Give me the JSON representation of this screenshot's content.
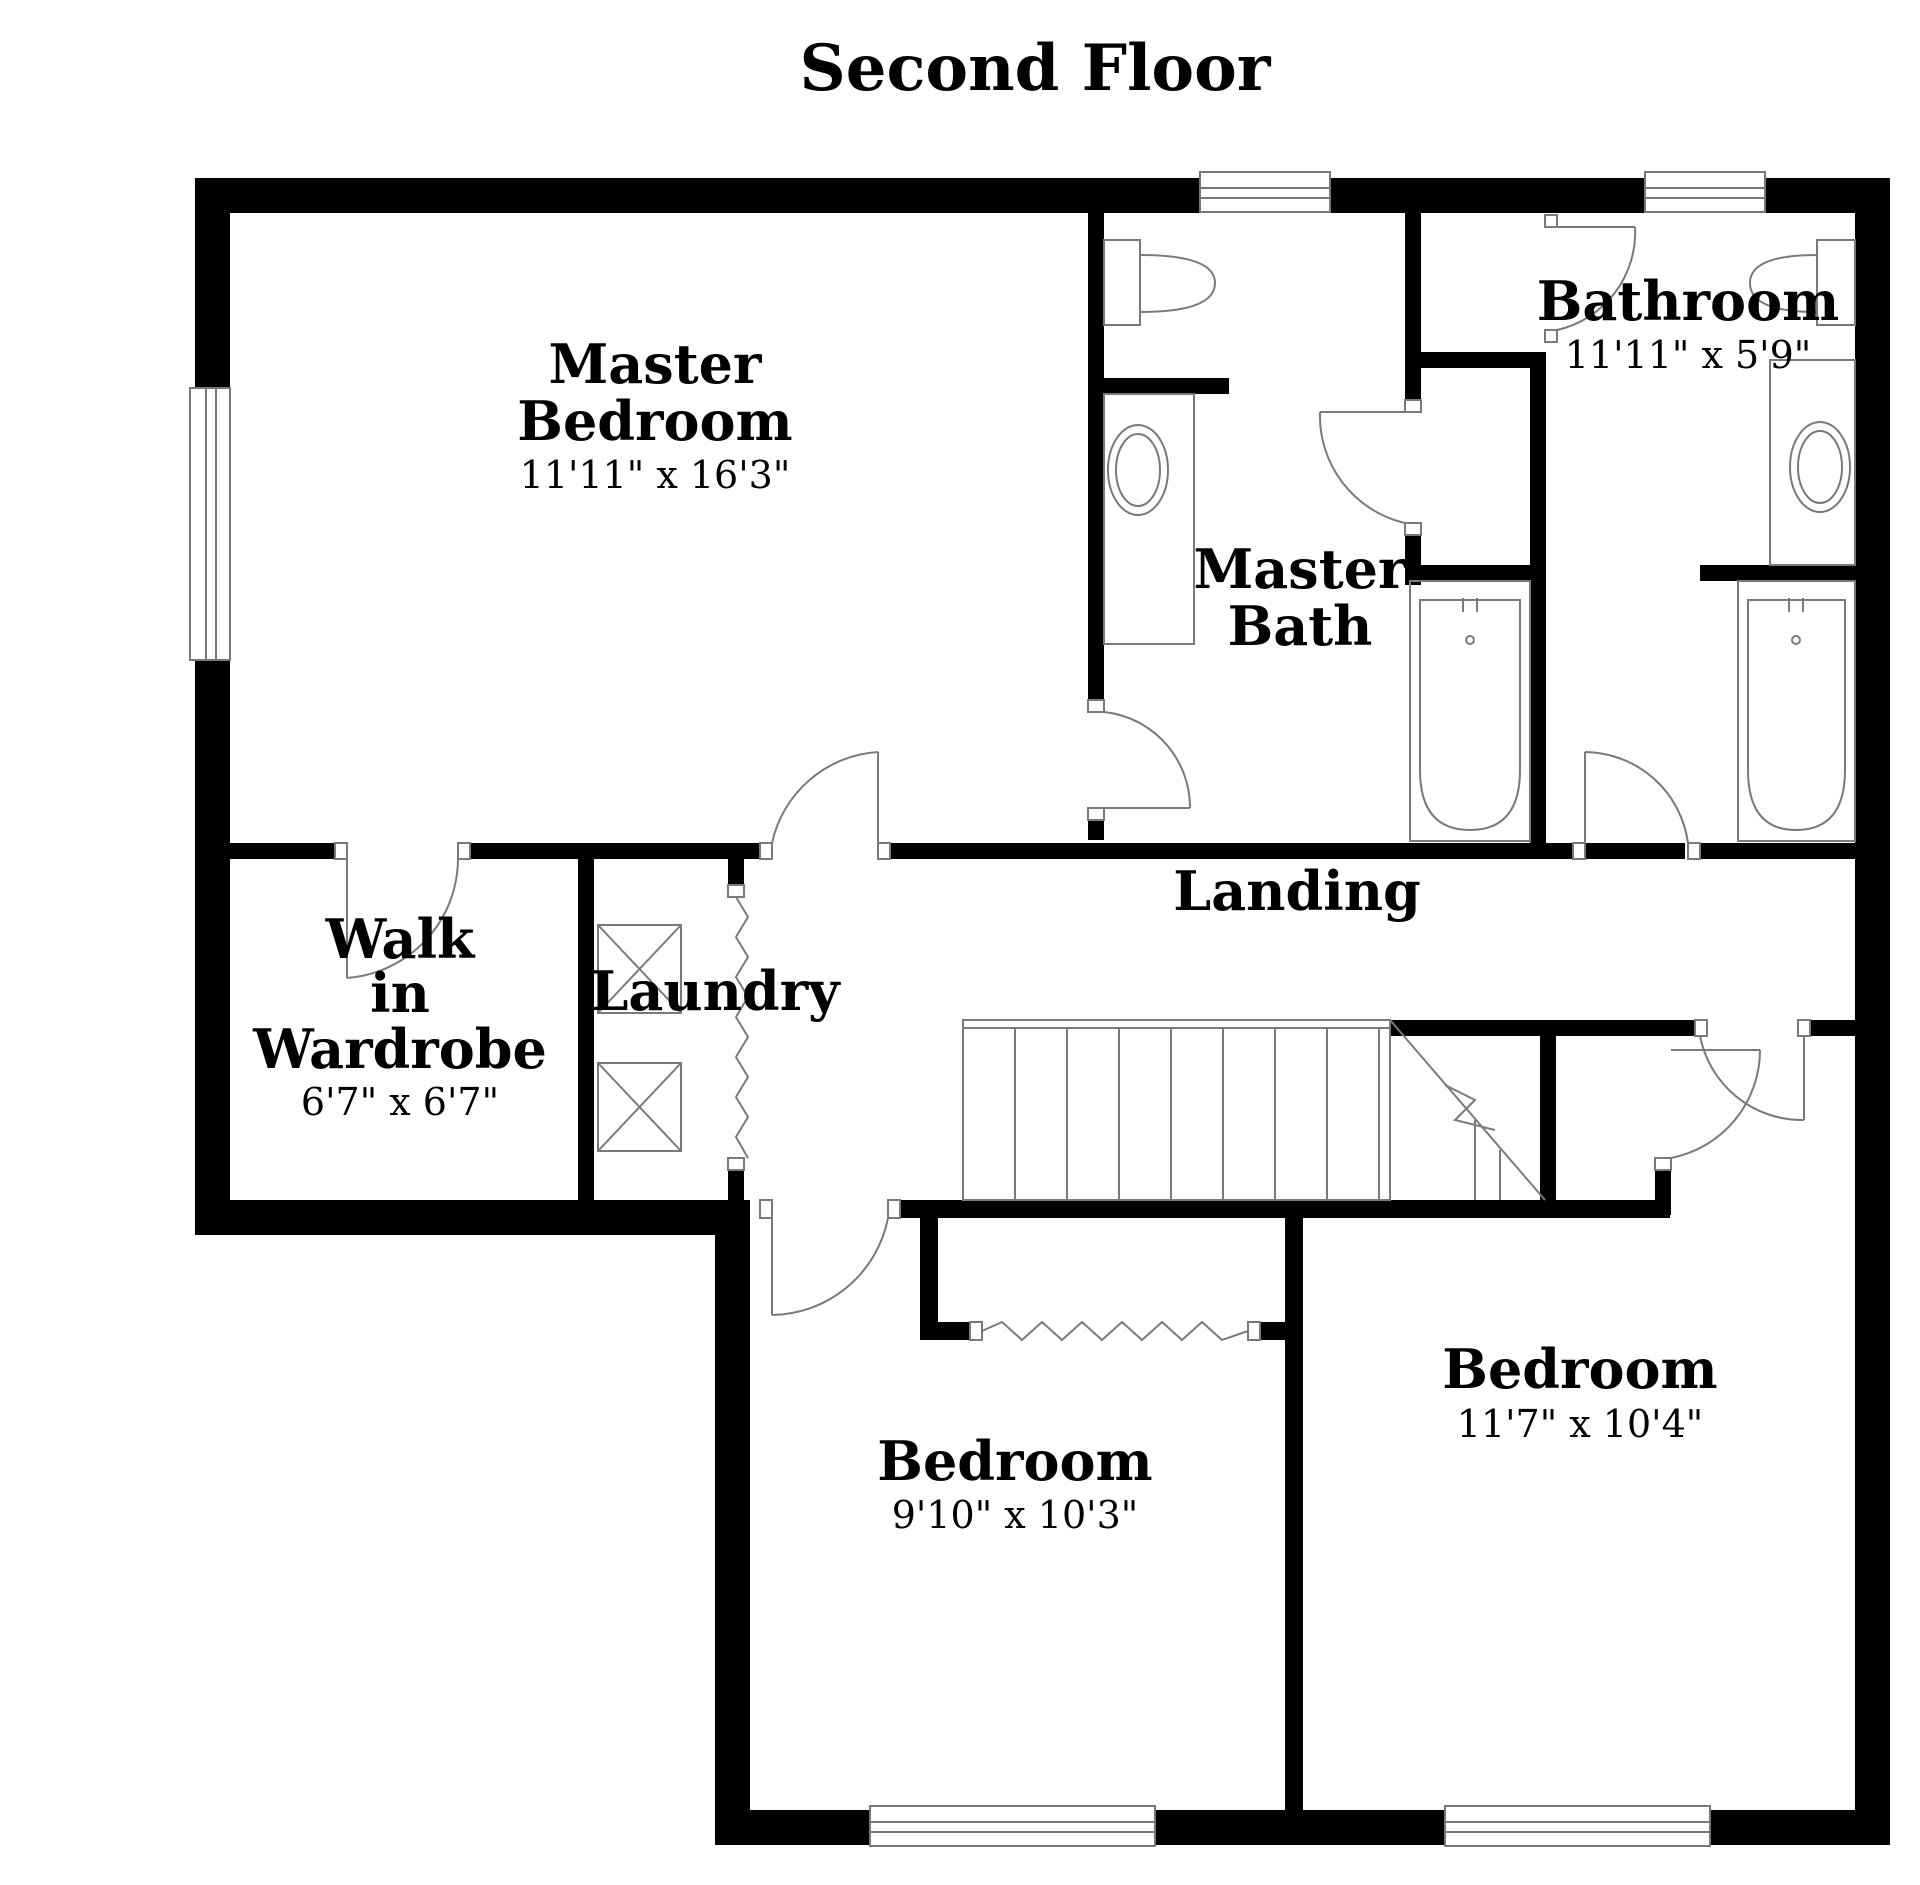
{
  "title": "Second Floor",
  "rooms": {
    "master_bedroom": {
      "name_lines": [
        "Master",
        "Bedroom"
      ],
      "dimensions": "11'11\" x 16'3\""
    },
    "master_bath": {
      "name_lines": [
        "Master",
        "Bath"
      ]
    },
    "bathroom": {
      "name": "Bathroom",
      "dimensions": "11'11\" x 5'9\""
    },
    "landing": {
      "name": "Landing"
    },
    "walk_in_wardrobe": {
      "name_lines": [
        "Walk",
        "in",
        "Wardrobe"
      ],
      "dimensions": "6'7\" x 6'7\""
    },
    "laundry": {
      "name": "Laundry"
    },
    "bedroom_2": {
      "name": "Bedroom",
      "dimensions": "9'10\" x 10'3\""
    },
    "bedroom_3": {
      "name": "Bedroom",
      "dimensions": "11'7\" x 10'4\""
    }
  },
  "colors": {
    "wall": "#000000",
    "fixture_line": "#7a7a7a",
    "background": "#ffffff"
  }
}
